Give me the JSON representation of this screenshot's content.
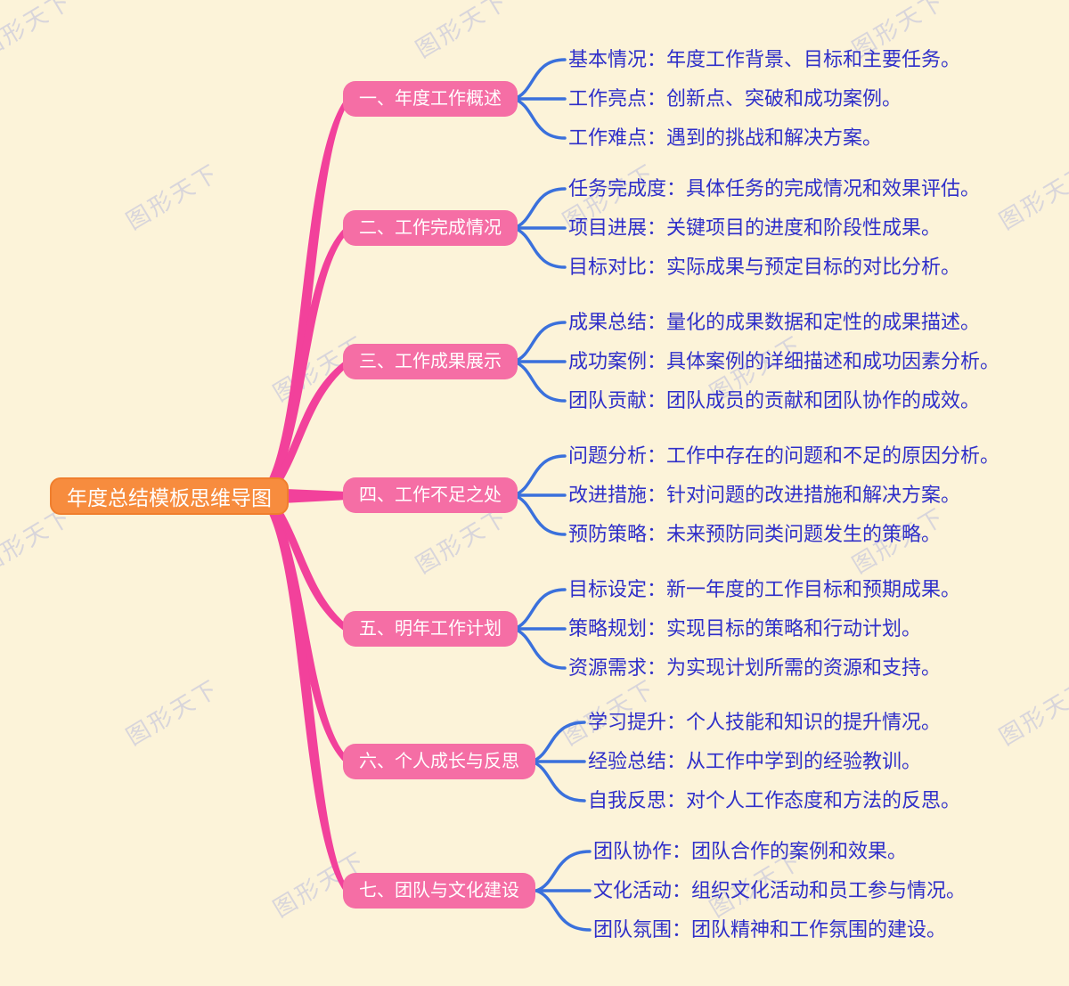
{
  "title": "年度总结模板思维导图",
  "watermark": {
    "text": "图形天下"
  },
  "colors": {
    "background": "#FCF3D9",
    "center_fill": "#F78C3E",
    "branch_fill": "#F56EA5",
    "branch_link": "#F2419B",
    "leaf_link": "#3A70DC",
    "leaf_text": "#2F2FC9",
    "node_text": "#FFFFFF"
  },
  "center": {
    "label": "年度总结模板思维导图"
  },
  "branches": [
    {
      "label": "一、年度工作概述",
      "leaves": [
        "基本情况：年度工作背景、目标和主要任务。",
        "工作亮点：创新点、突破和成功案例。",
        "工作难点：遇到的挑战和解决方案。"
      ]
    },
    {
      "label": "二、工作完成情况",
      "leaves": [
        "任务完成度：具体任务的完成情况和效果评估。",
        "项目进展：关键项目的进度和阶段性成果。",
        "目标对比：实际成果与预定目标的对比分析。"
      ]
    },
    {
      "label": "三、工作成果展示",
      "leaves": [
        "成果总结：量化的成果数据和定性的成果描述。",
        "成功案例：具体案例的详细描述和成功因素分析。",
        "团队贡献：团队成员的贡献和团队协作的成效。"
      ]
    },
    {
      "label": "四、工作不足之处",
      "leaves": [
        "问题分析：工作中存在的问题和不足的原因分析。",
        "改进措施：针对问题的改进措施和解决方案。",
        "预防策略：未来预防同类问题发生的策略。"
      ]
    },
    {
      "label": "五、明年工作计划",
      "leaves": [
        "目标设定：新一年度的工作目标和预期成果。",
        "策略规划：实现目标的策略和行动计划。",
        "资源需求：为实现计划所需的资源和支持。"
      ]
    },
    {
      "label": "六、个人成长与反思",
      "leaves": [
        "学习提升：个人技能和知识的提升情况。",
        "经验总结：从工作中学到的经验教训。",
        "自我反思：对个人工作态度和方法的反思。"
      ]
    },
    {
      "label": "七、团队与文化建设",
      "leaves": [
        "团队协作：团队合作的案例和效果。",
        "文化活动：组织文化活动和员工参与情况。",
        "团队氛围：团队精神和工作氛围的建设。"
      ]
    }
  ]
}
